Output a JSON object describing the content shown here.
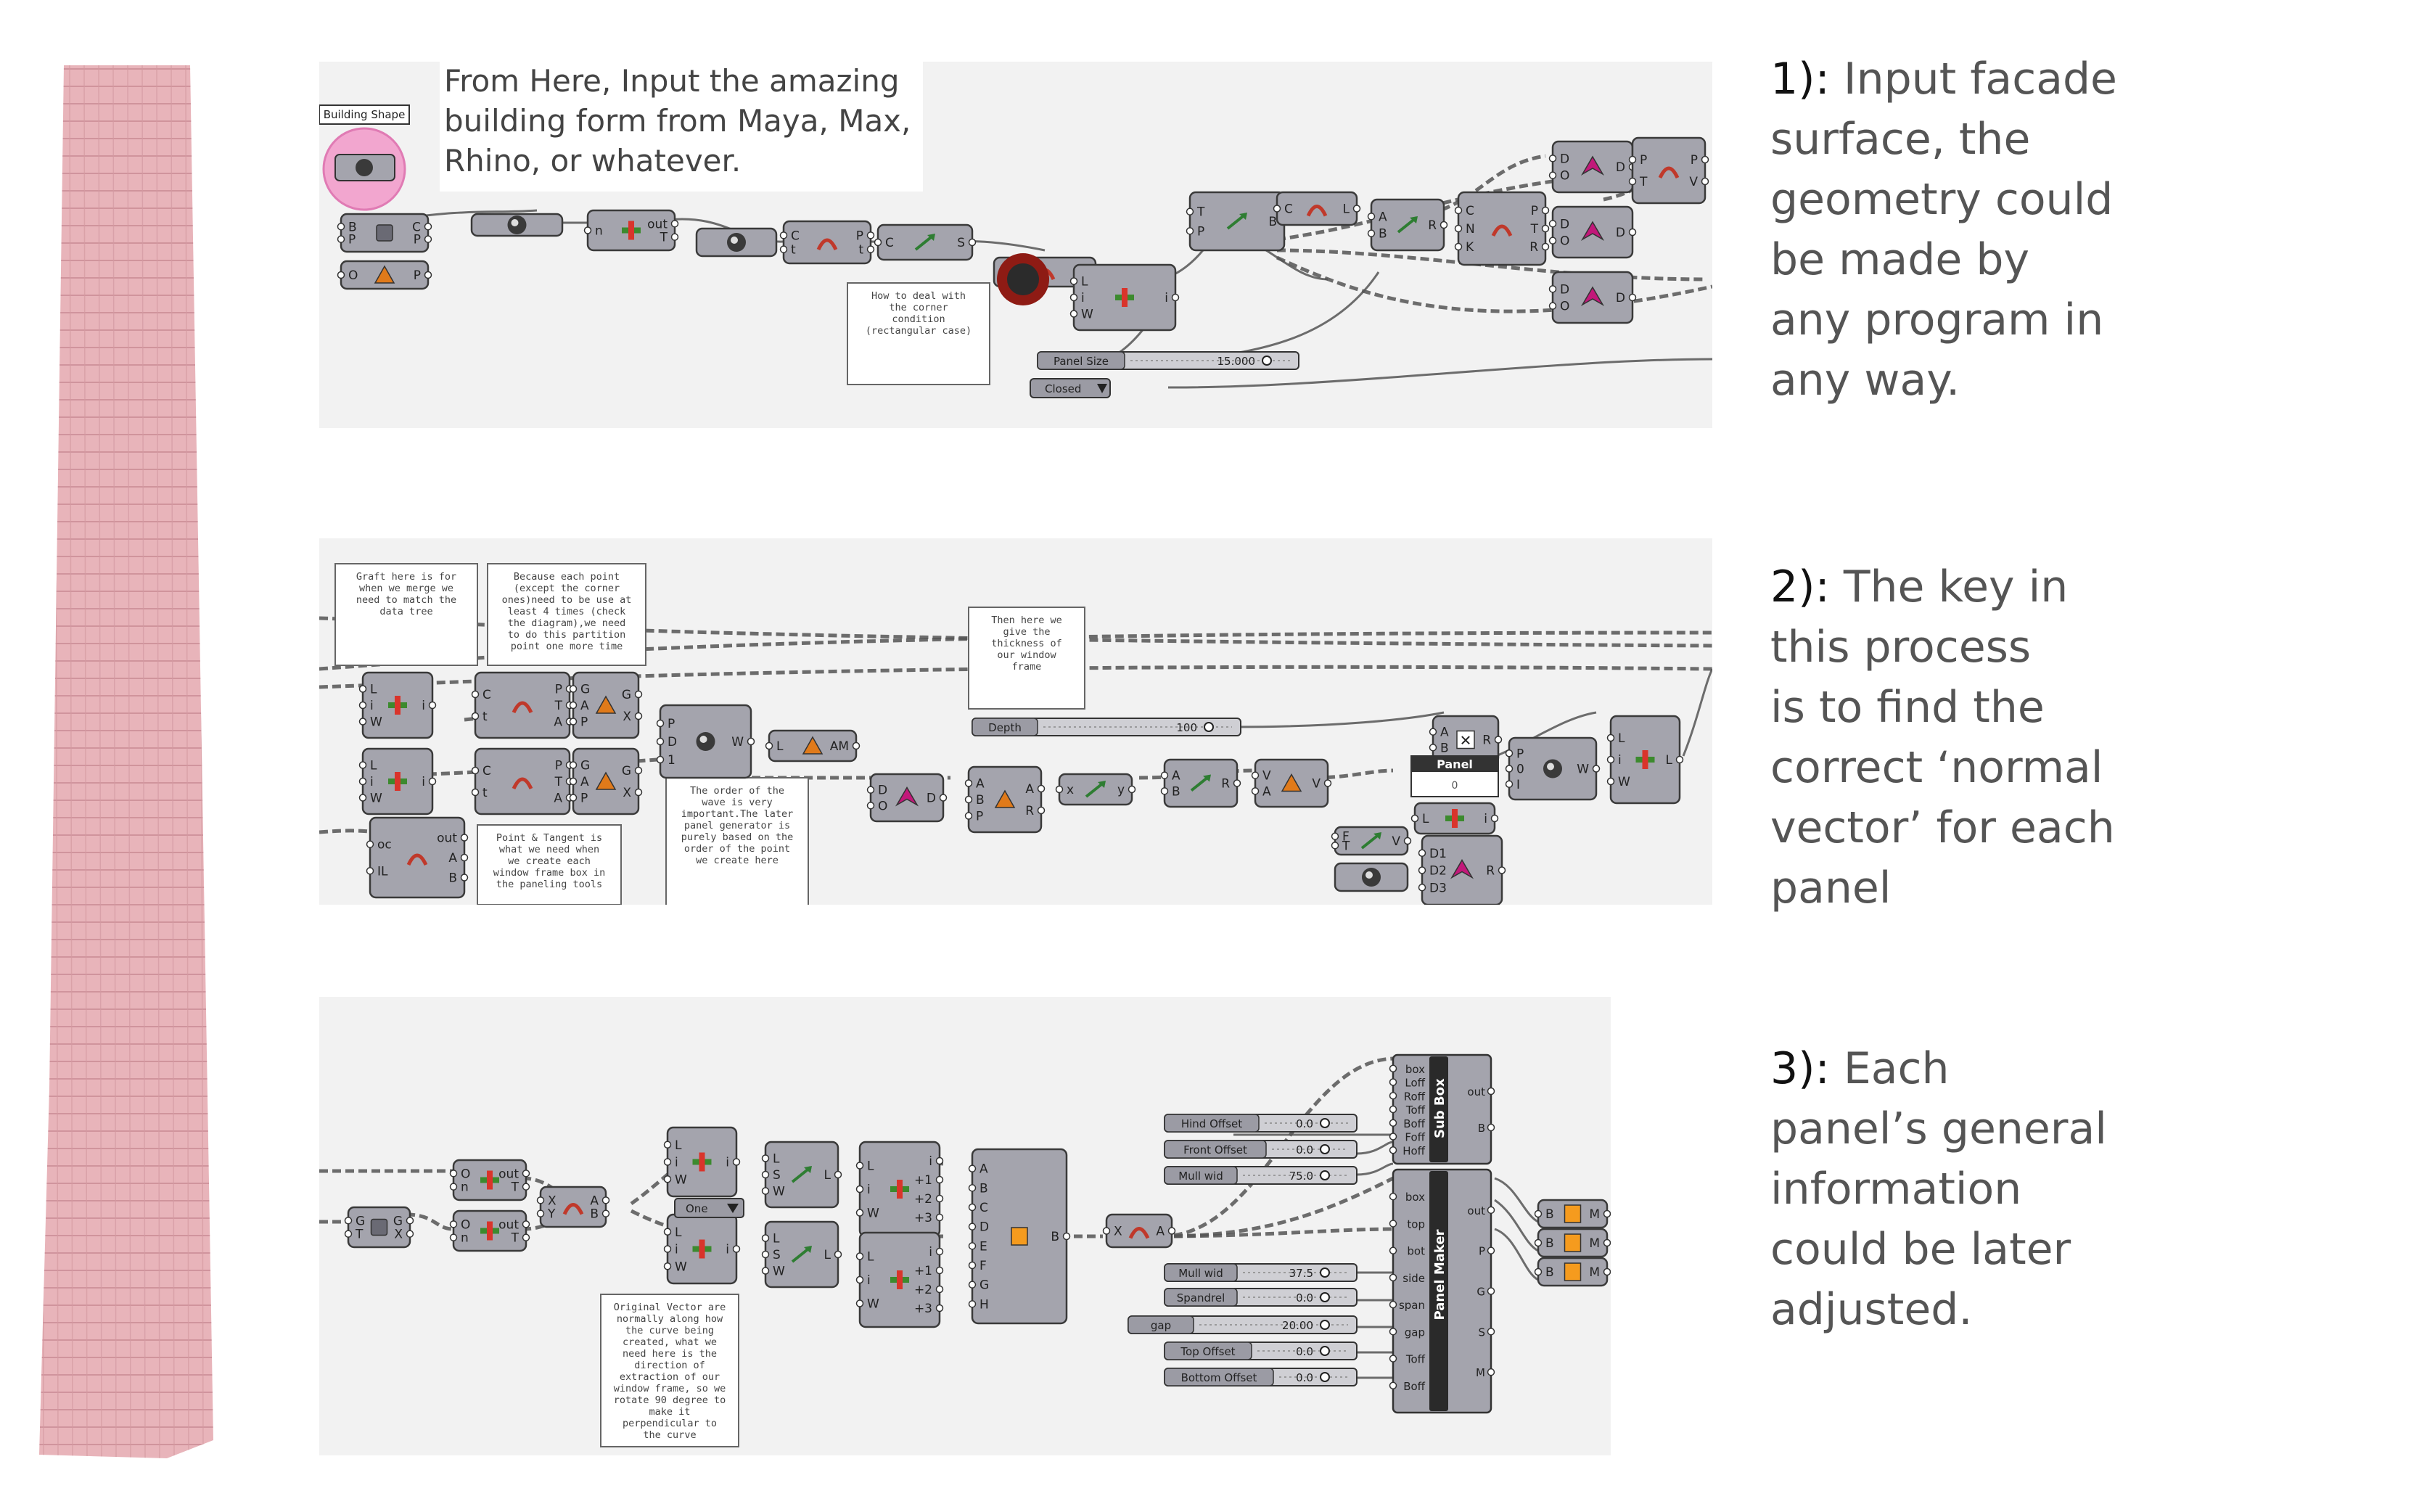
{
  "tower": {
    "color": "#e8b4ba",
    "grid_color": "#c98a93"
  },
  "panel1": {
    "callout_lines": [
      "From Here, Input the amazing",
      "building form from Maya, Max,",
      "Rhino, or whatever."
    ],
    "label_building_shape": "Building Shape",
    "note_corner": [
      "How to deal with",
      "the corner",
      "condition",
      "(rectangular case)"
    ],
    "slider_panel_size": {
      "label": "Panel Size",
      "value": "15.000"
    },
    "list_closed": "Closed"
  },
  "panel2": {
    "note_graft": [
      "Graft here is for",
      "when we merge we",
      "need to match the",
      "data tree"
    ],
    "note_because": [
      "Because each point",
      "(except the corner",
      "ones)need to be use at",
      "least 4 times (check",
      "the diagram),we need",
      "to do this partition",
      "point one more time"
    ],
    "note_thickness": [
      "Then here we",
      "give the",
      "thickness of",
      "our window",
      "frame"
    ],
    "note_order": [
      "The order of the",
      "wave is very",
      "important.The later",
      "panel generator is",
      "purely based on the",
      "order of the point",
      "we create here"
    ],
    "note_point": [
      "Point & Tangent is",
      "what we need when",
      "we create each",
      "window frame box in",
      "the paneling tools"
    ],
    "slider_depth": {
      "label": "Depth",
      "value": "100"
    },
    "panel_label": "Panel",
    "panel_value": "0"
  },
  "panel3": {
    "note_vector": [
      "Original Vector are",
      "normally along how",
      "the curve being",
      "created, what we",
      "need here is the",
      "direction of",
      "extraction of our",
      "window frame, so we",
      "rotate 90 degree to",
      "make it",
      "perpendicular to",
      "the curve"
    ],
    "dropdown_one": "One",
    "sub_box_title": "Sub Box",
    "sub_box_inputs": [
      "box",
      "Loff",
      "Roff",
      "Toff",
      "Boff",
      "Foff",
      "Hoff"
    ],
    "sub_box_outputs": [
      "out",
      "B"
    ],
    "panel_maker_title": "Panel Maker",
    "panel_maker_inputs": [
      "box",
      "top",
      "bot",
      "side",
      "span",
      "gap",
      "Toff",
      "Boff"
    ],
    "panel_maker_outputs": [
      "out",
      "P",
      "G",
      "S",
      "M"
    ],
    "sliders_top": [
      {
        "label": "Hind Offset",
        "value": "0.0"
      },
      {
        "label": "Front Offset",
        "value": "0.0"
      },
      {
        "label": "Mull wid",
        "value": "75.0"
      }
    ],
    "sliders_bottom": [
      {
        "label": "Mull wid",
        "value": "37.5"
      },
      {
        "label": "Spandrel",
        "value": "0.0"
      },
      {
        "label": "gap",
        "value": "20.00"
      },
      {
        "label": "Top Offset",
        "value": "0.0"
      },
      {
        "label": "Bottom Offset",
        "value": "0.0"
      }
    ],
    "bake_labels": [
      "B",
      "M"
    ]
  },
  "steps": [
    {
      "num": "1):",
      "lines": [
        "Input facade",
        "surface, the",
        "geometry could",
        "be made by",
        "any program in",
        "any way."
      ]
    },
    {
      "num": "2):",
      "lines": [
        "The key in",
        "this process",
        "is to find the",
        "correct ‘normal",
        "vector’ for each",
        "panel"
      ]
    },
    {
      "num": "3):",
      "lines": [
        "Each",
        "panel’s general",
        "information",
        "could be later",
        "adjusted."
      ]
    }
  ]
}
